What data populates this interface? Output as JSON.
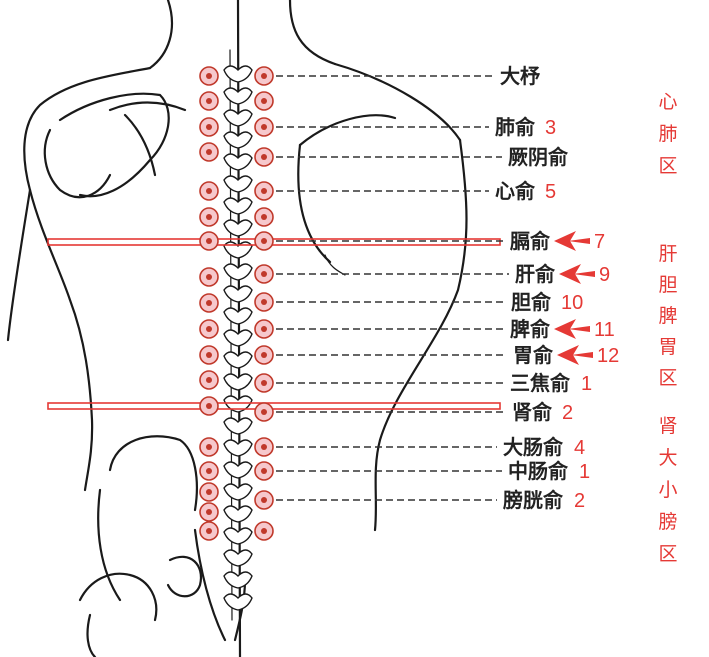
{
  "colors": {
    "accent": "#e53935",
    "point_ring": "#c0392b",
    "point_fill": "#f6c8cc",
    "outline": "#1a1a1a",
    "leader": "#333333"
  },
  "points": [
    {
      "name": "大杼",
      "number": ""
    },
    {
      "name": "肺俞",
      "number": "3"
    },
    {
      "name": "厥阴俞",
      "number": ""
    },
    {
      "name": "心俞",
      "number": "5"
    },
    {
      "name": "膈俞",
      "number": "7"
    },
    {
      "name": "肝俞",
      "number": "9"
    },
    {
      "name": "胆俞",
      "number": "10"
    },
    {
      "name": "脾俞",
      "number": "11"
    },
    {
      "name": "胃俞",
      "number": "12"
    },
    {
      "name": "三焦俞",
      "number": "1"
    },
    {
      "name": "肾俞",
      "number": "2"
    },
    {
      "name": "大肠俞",
      "number": "4"
    },
    {
      "name": "中肠俞",
      "number": "1"
    },
    {
      "name": "膀胱俞",
      "number": "2"
    }
  ],
  "zones": [
    {
      "chars": [
        "心",
        "肺",
        "区"
      ]
    },
    {
      "chars": [
        "肝",
        "胆",
        "脾",
        "胃",
        "区"
      ]
    },
    {
      "chars": [
        "肾",
        "大",
        "小",
        "膀",
        "区"
      ]
    }
  ]
}
